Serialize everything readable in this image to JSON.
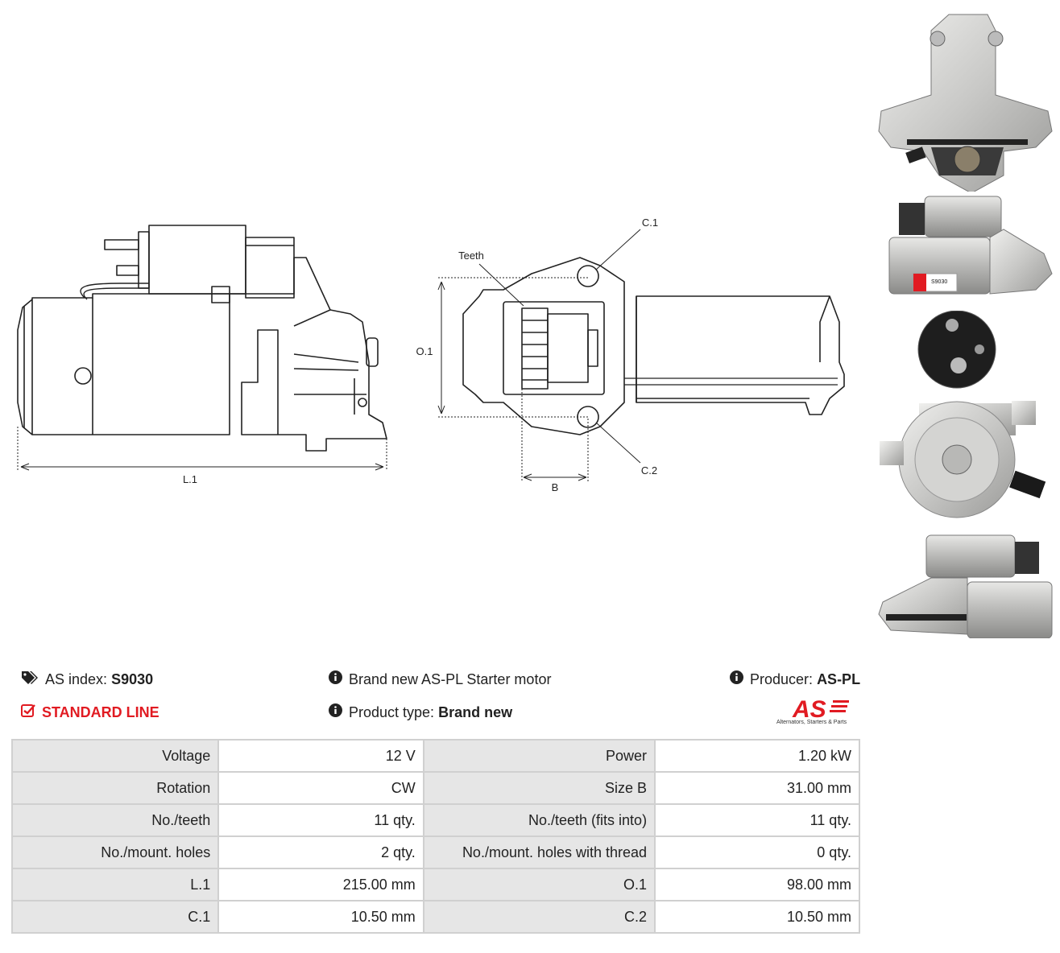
{
  "drawing": {
    "labels": {
      "l1": "L.1",
      "o1": "O.1",
      "b": "B",
      "c1": "C.1",
      "c2": "C.2",
      "teeth": "Teeth"
    }
  },
  "info": {
    "as_index_label": "AS index:",
    "as_index_value": "S9030",
    "description": "Brand new AS-PL Starter motor",
    "producer_label": "Producer:",
    "producer_value": "AS-PL",
    "line": "STANDARD LINE",
    "product_type_label": "Product type:",
    "product_type_value": "Brand new"
  },
  "logo": {
    "mark": "AS",
    "tagline": "Alternators, Starters & Parts",
    "label_code": "S9030",
    "accent_color": "#e11b22"
  },
  "specs": [
    [
      "Voltage",
      "12 V",
      "Power",
      "1.20 kW"
    ],
    [
      "Rotation",
      "CW",
      "Size B",
      "31.00 mm"
    ],
    [
      "No./teeth",
      "11 qty.",
      "No./teeth (fits into)",
      "11 qty."
    ],
    [
      "No./mount. holes",
      "2 qty.",
      "No./mount. holes with thread",
      "0 qty."
    ],
    [
      "L.1",
      "215.00 mm",
      "O.1",
      "98.00 mm"
    ],
    [
      "C.1",
      "10.50 mm",
      "C.2",
      "10.50 mm"
    ]
  ],
  "icons": {
    "tags": "tags-icon",
    "info": "info-circle-icon",
    "check": "check-square-icon"
  }
}
